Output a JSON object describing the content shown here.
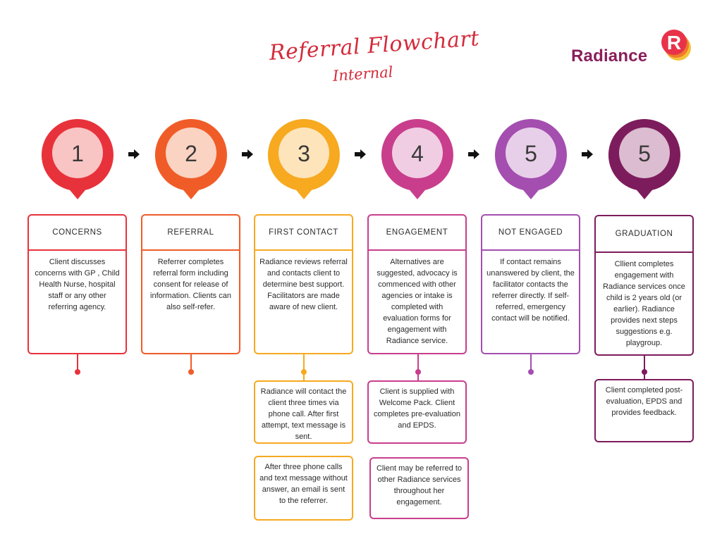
{
  "title": "Referral Flowchart",
  "subtitle": "Internal",
  "logo": {
    "text": "Radiance",
    "mark_letter": "R"
  },
  "colors": {
    "title": "#d42a3a",
    "brand": "#8a1f5c",
    "step1": "#e8323b",
    "step2": "#f05c28",
    "step3": "#f7a920",
    "step4": "#c83e8c",
    "step5": "#a44eb0",
    "step6": "#7d1c5c"
  },
  "steps": [
    {
      "number": "1",
      "heading": "CONCERNS",
      "body": "Client discusses concerns with GP , Child Health Nurse, hospital staff or any other referring agency."
    },
    {
      "number": "2",
      "heading": "REFERRAL",
      "body": "Referrer completes referral form including consent for release of information. Clients can also self-refer."
    },
    {
      "number": "3",
      "heading": "FIRST CONTACT",
      "body": "Radiance reviews referral and contacts client to determine best support. Facilitators are made aware of new client."
    },
    {
      "number": "4",
      "heading": "ENGAGEMENT",
      "body": "Alternatives are suggested, advocacy is commenced with other agencies  or intake is completed with evaluation forms for engagement with Radiance service."
    },
    {
      "number": "5",
      "heading": "NOT ENGAGED",
      "body": "If contact remains unanswered by client, the facilitator contacts the referrer directly. If self-referred, emergency contact will be notified."
    },
    {
      "number": "5",
      "heading": "GRADUATION",
      "body": "Cllient completes engagement with Radiance services once child is 2 years old (or earlier). Radiance provides next steps suggestions e.g. playgroup."
    }
  ],
  "notes": {
    "first_contact": [
      "Radiance will contact the client three times via phone call. After first attempt, text message is sent.",
      "After three phone calls and text message without answer, an email is sent to the referrer."
    ],
    "engagement": [
      "Client is supplied with Welcome Pack. Client completes pre-evaluation and EPDS.",
      "Client may be referred to other Radiance services throughout her engagement."
    ],
    "graduation": [
      "Client completed post-evaluation, EPDS and provides feedback."
    ]
  },
  "icons": {
    "arrow": "arrow-right-icon",
    "pin": "map-pin-icon"
  }
}
